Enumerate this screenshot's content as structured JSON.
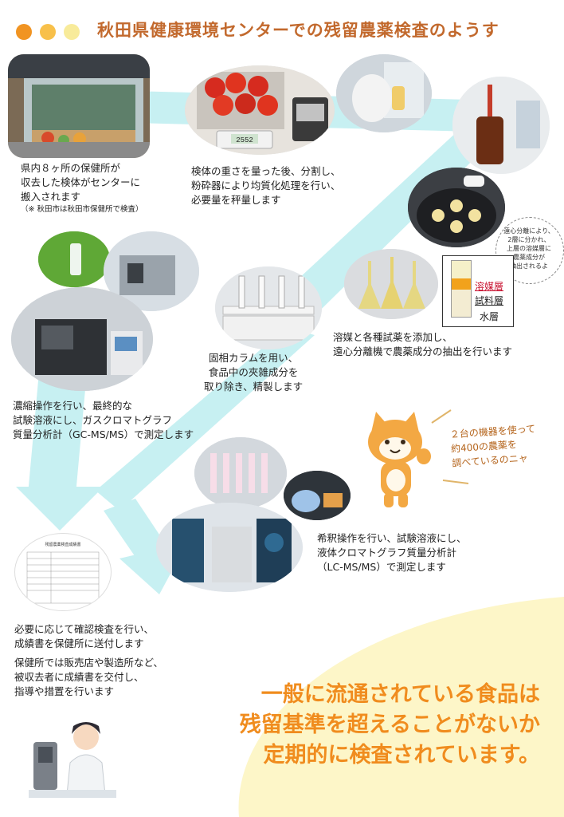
{
  "title": "秋田県健康環境センターでの残留農薬検査のようす",
  "colors": {
    "dot1": "#f19422",
    "dot2": "#f8c04a",
    "dot3": "#f8eb9a",
    "flow": "#c7f0f2",
    "title": "#c2692d",
    "accent": "#f08c1e",
    "blob": "#fdf6c8"
  },
  "step1": {
    "lines": [
      "県内８ヶ所の保健所が",
      "収去した検体がセンターに",
      "搬入されます"
    ],
    "note": "（※ 秋田市は秋田市保健所で検査）"
  },
  "step2": {
    "lines": [
      "検体の重さを量った後、分割し、",
      "粉砕器により均質化処理を行い、",
      "必要量を秤量します"
    ],
    "scale_readout": "2552"
  },
  "step3": {
    "lines": [
      "溶媒と各種試薬を添加し、",
      "遠心分離機で農薬成分の抽出を行います"
    ]
  },
  "centrifuge_note": {
    "lines": [
      "遠心分離により、",
      "2層に分かれ、",
      "上層の溶媒層に",
      "農薬成分が",
      "抽出されるよ"
    ]
  },
  "layers": {
    "solvent": "溶媒層",
    "sample": "試料層",
    "water": "水層"
  },
  "step4": {
    "lines": [
      "固相カラムを用い、",
      "食品中の夾雑成分を",
      "取り除き、精製します"
    ]
  },
  "step5": {
    "lines": [
      "濃縮操作を行い、最終的な",
      "試験溶液にし、ガスクロマトグラフ",
      "質量分析計（GC-MS/MS）で測定します"
    ]
  },
  "cat": {
    "lines": [
      "２台の機器を使って",
      "約400の農薬を",
      "調べているのニャ"
    ]
  },
  "step6": {
    "lines": [
      "希釈操作を行い、試験溶液にし、",
      "液体クロマトグラフ質量分析計",
      "（LC-MS/MS）で測定します"
    ]
  },
  "step7": {
    "lines": [
      "必要に応じて確認検査を行い、",
      "成績書を保健所に送付します"
    ]
  },
  "step8": {
    "lines": [
      "保健所では販売店や製造所など、",
      "被収去者に成績書を交付し、",
      "指導や措置を行います"
    ]
  },
  "document": {
    "title": "残留農薬検査成績書"
  },
  "summary": {
    "lines": [
      "一般に流通されている食品は",
      "残留基準を超えることがないか",
      "定期的に検査されています。"
    ]
  }
}
